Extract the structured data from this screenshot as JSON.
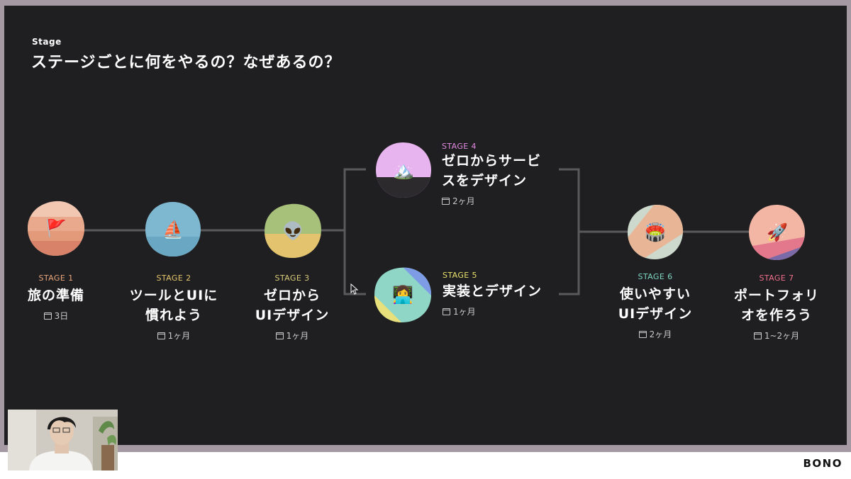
{
  "slide": {
    "eyebrow": "Stage",
    "title": "ステージごとに何をやるの？なぜあるの？"
  },
  "stages": [
    {
      "label": "STAGE 1",
      "name_lines": [
        "旅の準備"
      ],
      "duration": "3日",
      "icon": "red-flag-icon",
      "emoji": "🚩",
      "label_color": "#e8a77b"
    },
    {
      "label": "STAGE 2",
      "name_lines": [
        "ツールとUIに",
        "慣れよう"
      ],
      "duration": "1ヶ月",
      "icon": "sailboat-icon",
      "emoji": "⛵",
      "label_color": "#e6c66b"
    },
    {
      "label": "STAGE 3",
      "name_lines": [
        "ゼロから",
        "UIデザイン"
      ],
      "duration": "1ヶ月",
      "icon": "alien-icon",
      "emoji": "👽",
      "label_color": "#d9cd7a"
    },
    {
      "label": "STAGE 4",
      "name_lines": [
        "ゼロからサービ",
        "スをデザイン"
      ],
      "duration": "2ヶ月",
      "icon": "mountain-icon",
      "emoji": "🏔️",
      "label_color": "#e08ae0"
    },
    {
      "label": "STAGE 5",
      "name_lines": [
        "実装とデザイン"
      ],
      "duration": "1ヶ月",
      "icon": "technologist-icon",
      "emoji": "👩‍💻",
      "label_color": "#e9e36b"
    },
    {
      "label": "STAGE 6",
      "name_lines": [
        "使いやすい",
        "UIデザイン"
      ],
      "duration": "2ヶ月",
      "icon": "stadium-icon",
      "emoji": "🏟️",
      "label_color": "#7fd6c0"
    },
    {
      "label": "STAGE 7",
      "name_lines": [
        "ポートフォリ",
        "オを作ろう"
      ],
      "duration": "1~2ヶ月",
      "icon": "rocket-icon",
      "emoji": "🚀",
      "label_color": "#ef6f8c"
    }
  ],
  "brand": "BONO",
  "colors": {
    "background": "#1f1e20",
    "connector": "#5a5a5c",
    "frame": "#a59aa3"
  }
}
